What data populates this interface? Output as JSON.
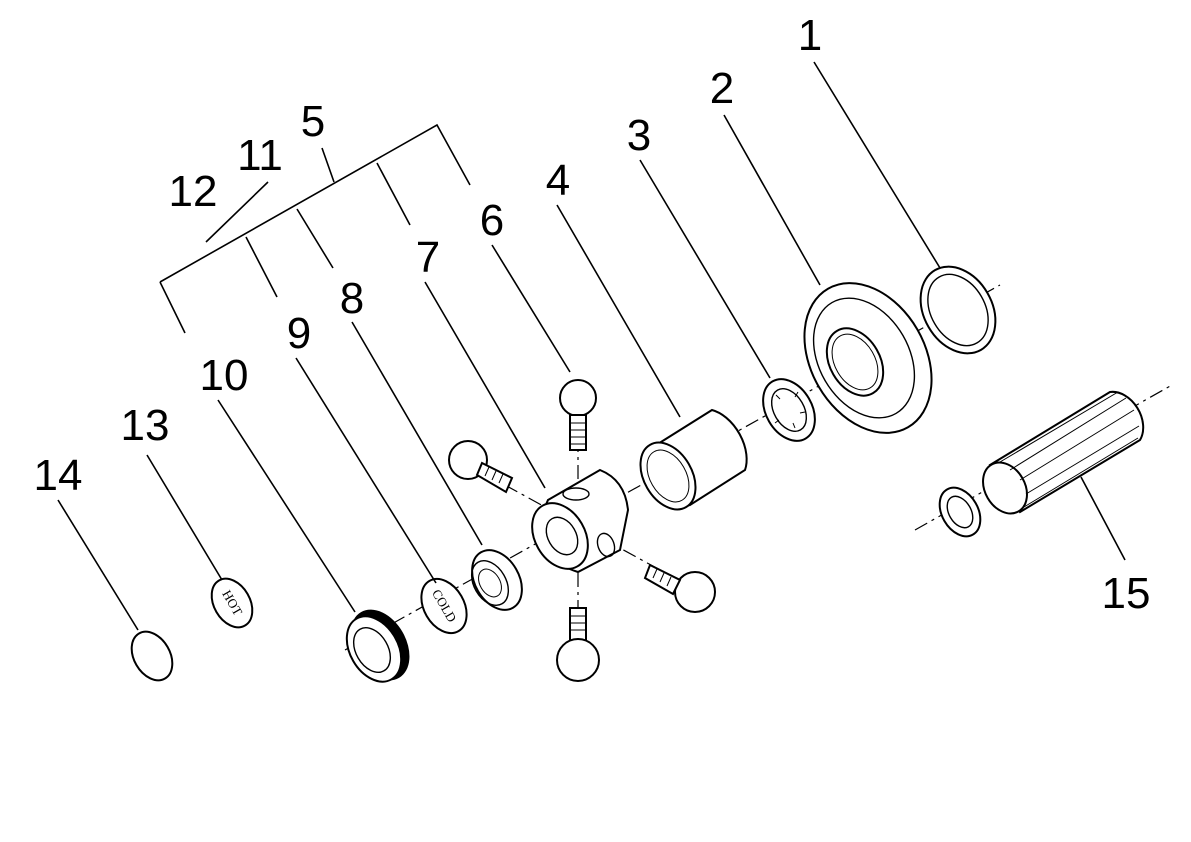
{
  "labels": {
    "l1": "1",
    "l2": "2",
    "l3": "3",
    "l4": "4",
    "l5": "5",
    "l6": "6",
    "l7": "7",
    "l8": "8",
    "l9": "9",
    "l10": "10",
    "l11": "11",
    "l12": "12",
    "l13": "13",
    "l14": "14",
    "l15": "15"
  },
  "caps": {
    "hot": "HOT",
    "cold": "COLD"
  }
}
